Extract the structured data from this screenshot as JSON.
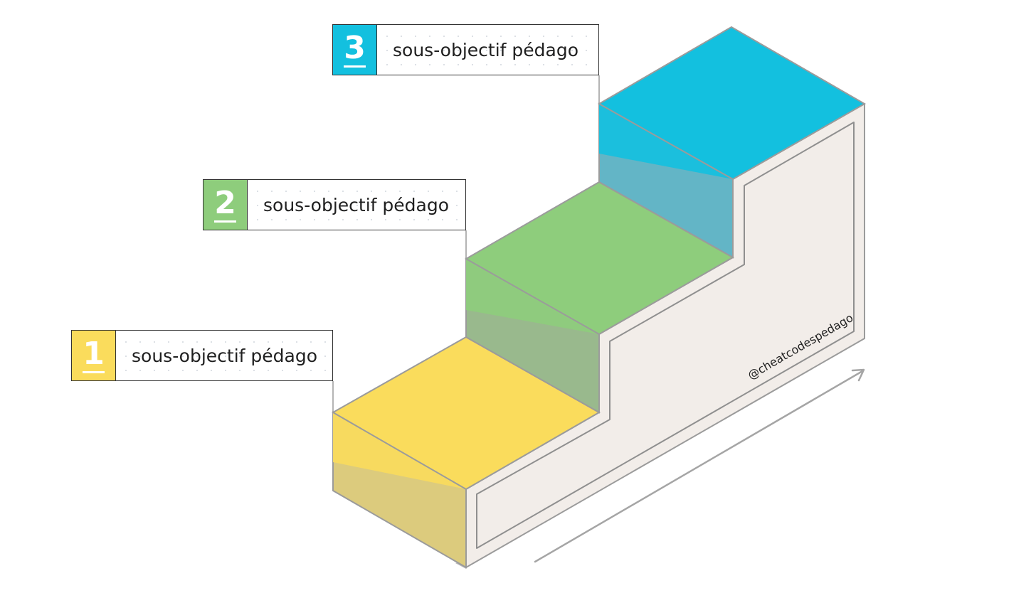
{
  "steps": [
    {
      "number": "1",
      "label": "sous-objectif pédago",
      "color": "#fadc5c",
      "front_color": "#dccb7d"
    },
    {
      "number": "2",
      "label": "sous-objectif pédago",
      "color": "#8ecd7c",
      "front_color": "#99b98d"
    },
    {
      "number": "3",
      "label": "sous-objectif pédago",
      "color": "#13c0df",
      "front_color": "#63b5c6"
    }
  ],
  "watermark": "@cheatcodespedago",
  "colors": {
    "side_face": "#f2ede9",
    "outline": "#9b9b9b",
    "label_border": "#333333"
  }
}
